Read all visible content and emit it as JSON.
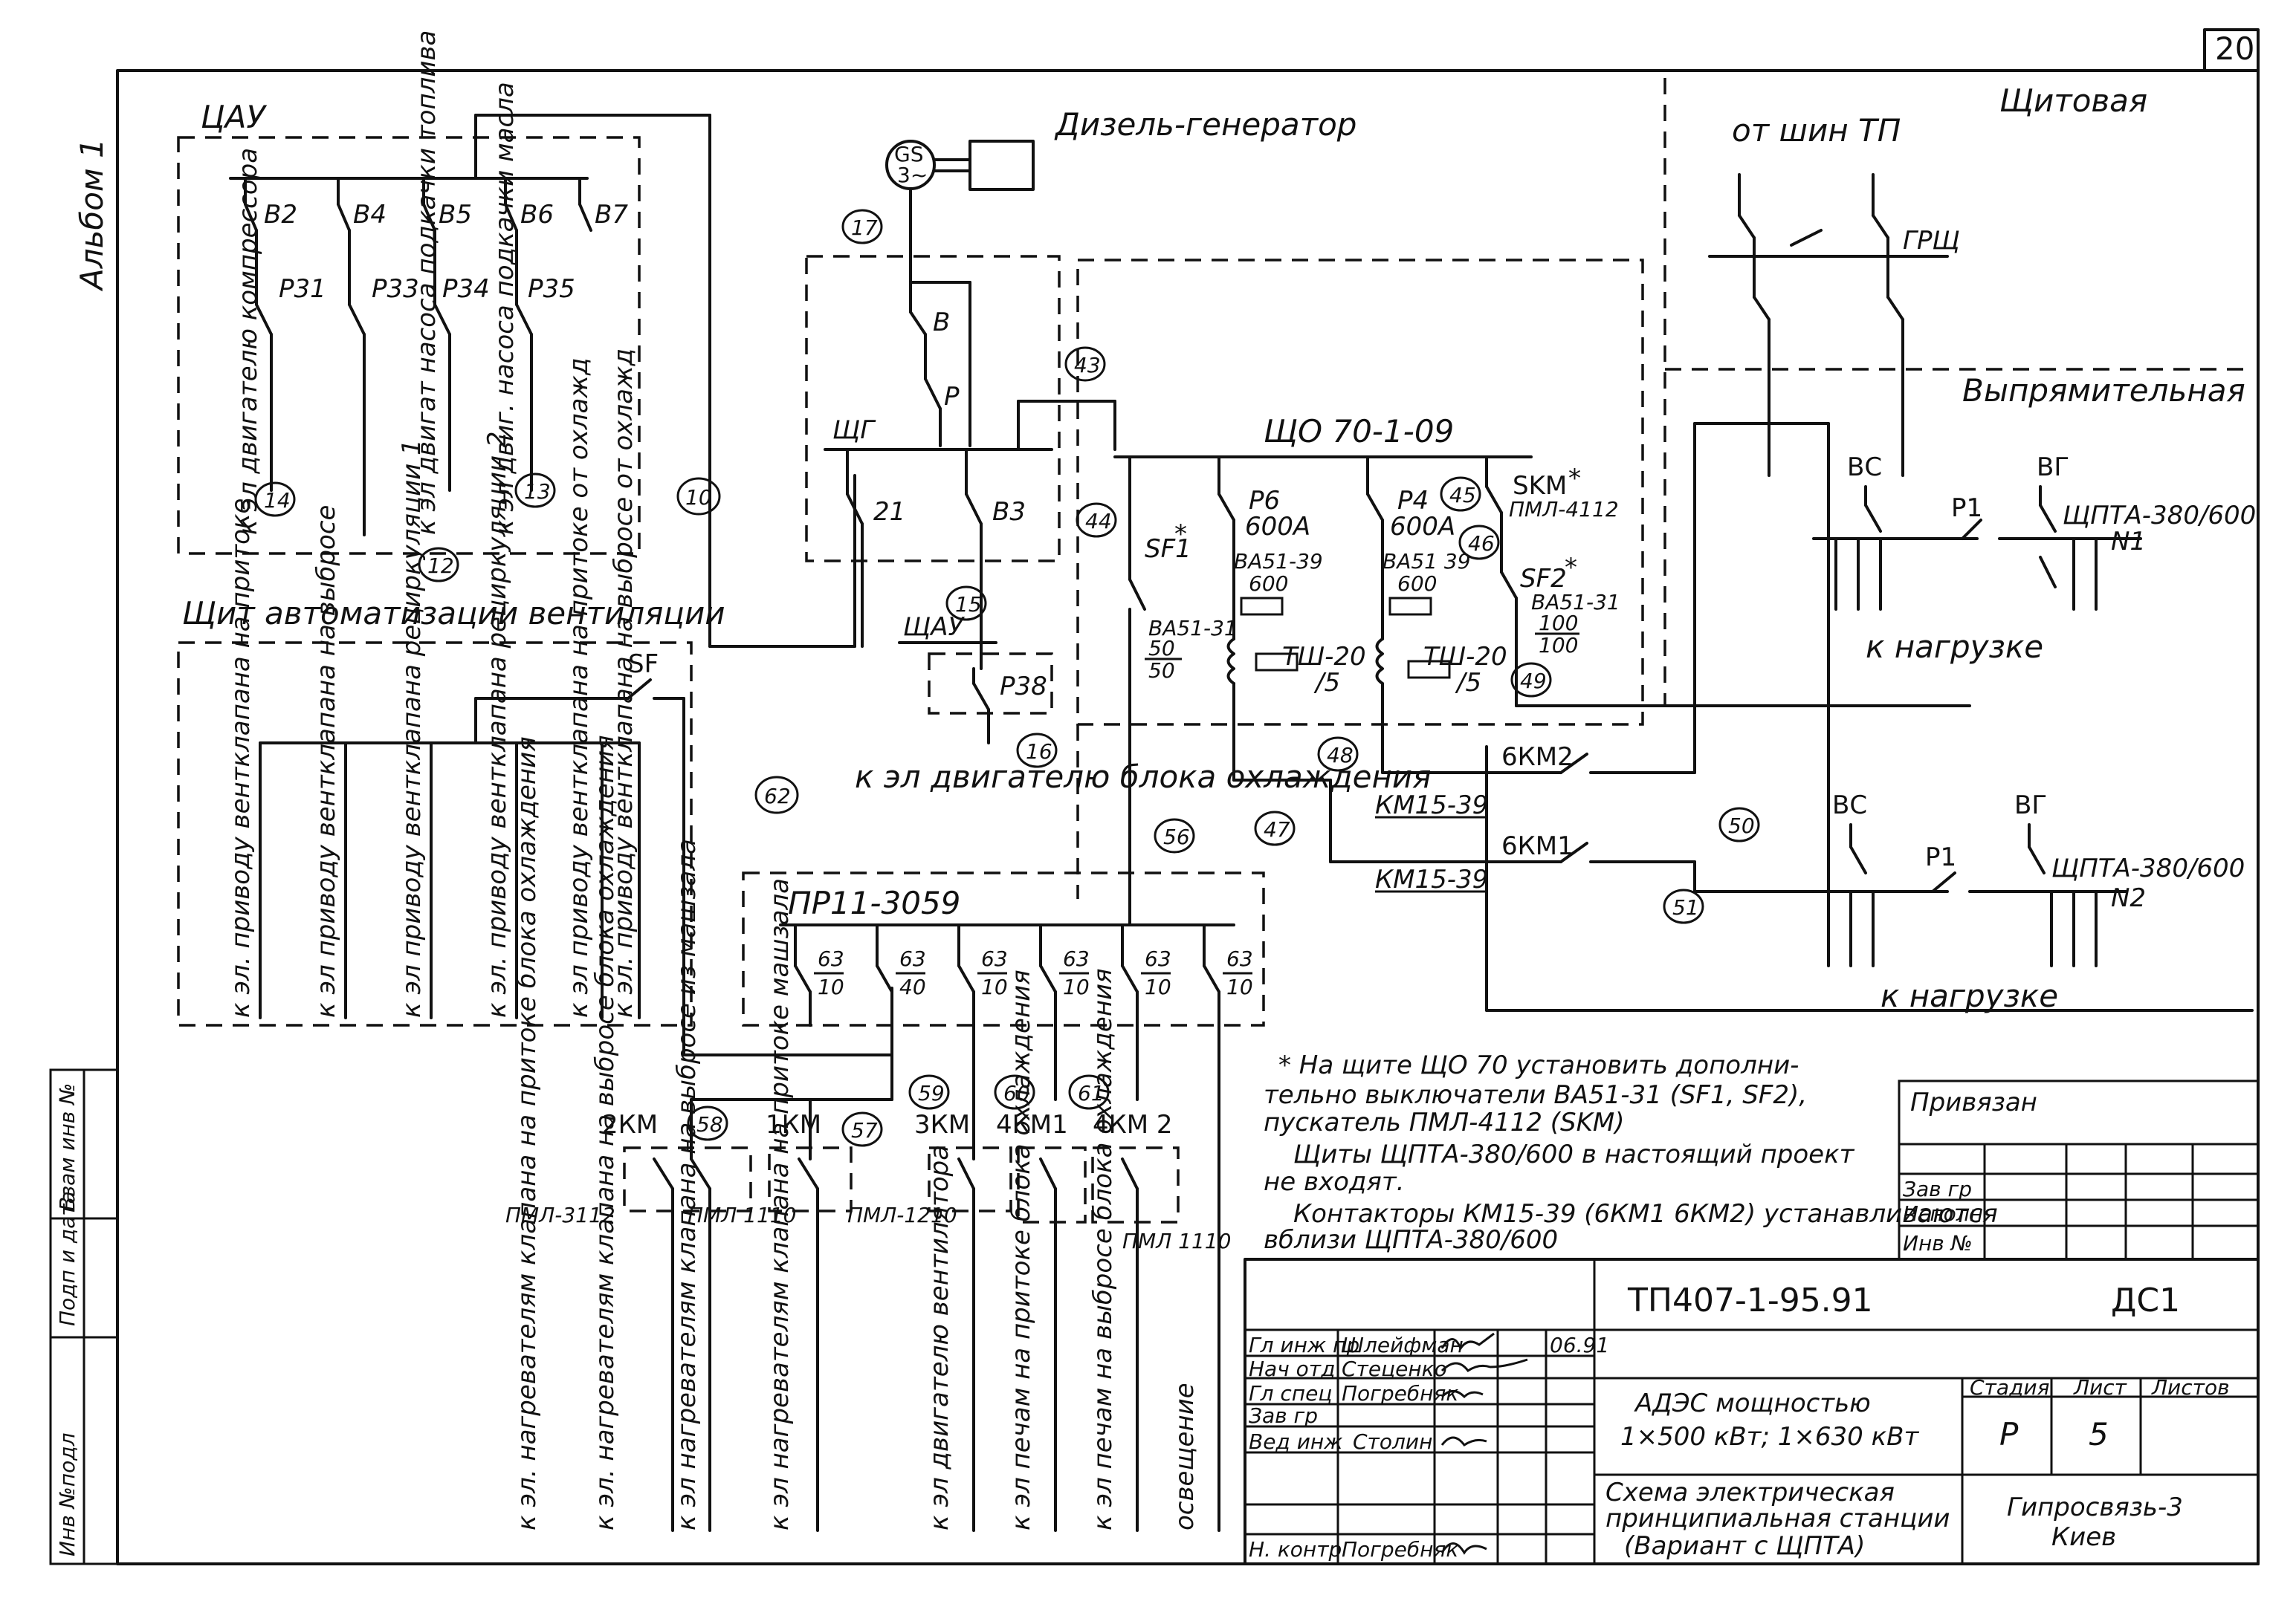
{
  "sheet": {
    "number": "20",
    "album": "Альбом 1",
    "doc_code": "ТП407-1-95.91",
    "mark": "ДС1"
  },
  "regions": {
    "tsau_top": "ЦАУ",
    "diesel": "Дизель-генератор",
    "switchroom": "Щитовая",
    "vent_panel": "Щит автоматизации вентиляции",
    "rectifier": "Выпрямительная",
    "from_tp": "от шин ТП",
    "grsch": "ГРЩ"
  },
  "generator": {
    "label": "GS",
    "symbol": "3~"
  },
  "tsau_breakers": [
    "В2",
    "В4",
    "В5",
    "В6",
    "В7"
  ],
  "tsau_contactors": [
    "Р31",
    "Р33",
    "Р34",
    "Р35"
  ],
  "tsau_loads": [
    "к эл двигателю компрессора",
    "к эл двигат насоса подкачки топлива",
    "к эл двиг. насоса подкачки масла"
  ],
  "bubbles": {
    "b10": "10",
    "b12": "12",
    "b13": "13",
    "b14": "14",
    "b15": "15",
    "b16": "16",
    "b17": "17",
    "b43": "43",
    "b44": "44",
    "b45": "45",
    "b46": "46",
    "b47": "47",
    "b48": "48",
    "b49": "49",
    "b50": "50",
    "b51": "51",
    "b56": "56",
    "b57": "57",
    "b58": "58",
    "b59": "59",
    "b60": "60",
    "b61": "61",
    "b62": "62"
  },
  "gen_panel": {
    "label": "ЩГ",
    "b_label": "В",
    "p_label": "Р",
    "b21": "21",
    "b3": "В3",
    "tsau_mid": "ЩАУ",
    "p38": "Р38",
    "cooling_load": "к эл двигателю блока охлаждения"
  },
  "main_panel": {
    "label": "ЩО 70-1-09",
    "sf1": "SF1",
    "sf1_star": "*",
    "sf1_type": "ВА51-31",
    "sf1_num": "50",
    "sf1_den": "50",
    "p6": "Р6",
    "p6_rating": "600А",
    "p6_type": "ВА51-39",
    "p6_val": "600",
    "p4": "Р4",
    "p4_rating": "600А",
    "p4_type": "ВА51 39",
    "p4_val": "600",
    "ct1": "ТШ-20",
    "ct1_ratio": "/5",
    "ct2": "ТШ-20",
    "ct2_ratio": "/5",
    "skm": "SKM",
    "skm_star": "*",
    "skm_type": "ПМЛ-4112",
    "sf2": "SF2",
    "sf2_star": "*",
    "sf2_type": "ВА51-31",
    "sf2_num": "100",
    "sf2_den": "100"
  },
  "contactors": {
    "k2": "6КМ2",
    "k1": "6КМ1",
    "type1": "КМ15-39",
    "type2": "КМ15-39"
  },
  "vent_panel": {
    "breaker": "SF",
    "loads": [
      "к эл. приводу вентклапана на притоке",
      "к эл приводу вентклапана на выбросе",
      "к эл приводу вентклапана рециркуляции 1",
      "к эл. приводу вентклапана рециркуляции 2",
      "к эл приводу вентклапана на притоке от охлажд",
      "к эл. приводу вентклапана на выбросе от охлажд"
    ]
  },
  "distribution": {
    "label": "ПР11-3059",
    "breakers": [
      {
        "num": "63",
        "den": "10"
      },
      {
        "num": "63",
        "den": "40"
      },
      {
        "num": "63",
        "den": "10"
      },
      {
        "num": "63",
        "den": "10"
      },
      {
        "num": "63",
        "den": "10"
      },
      {
        "num": "63",
        "den": "10"
      }
    ]
  },
  "starters": [
    {
      "name": "2КМ",
      "type": "ПМЛ-3112"
    },
    {
      "name": "1КМ",
      "type": "ПМЛ 1110"
    },
    {
      "name": "3КМ",
      "type": "ПМЛ-1210"
    },
    {
      "name": "4КМ1",
      "type": ""
    },
    {
      "name": "4КМ 2",
      "type": "ПМЛ 1110"
    }
  ],
  "bottom_loads": [
    "к эл. нагревателям клапана на притоке блока охлаждения",
    "к эл. нагревателям клапана на выбросе блока охлаждения",
    "к эл нагревателям клапана на выбросе из машзала",
    "к эл нагревателям клапана на притоке машзала",
    "к эл двигателю вентилятора",
    "к эл печам на притоке блока охлаждения",
    "к эл печам на выбросе блока охлаждения",
    "освещение"
  ],
  "right": {
    "bs": "ВС",
    "bg": "ВГ",
    "p1": "Р1",
    "unit1": "ЩПТА-380/600",
    "unit1_no": "N1",
    "load": "к нагрузке",
    "bs2": "ВС",
    "bg2": "ВГ",
    "p1b": "Р1",
    "unit2": "ЩПТА-380/600",
    "unit2_no": "N2",
    "load2": "к нагрузке"
  },
  "notes": [
    "* На щите ЩО 70 установить дополни-",
    "тельно выключатели ВА51-31 (SF1, SF2),",
    "пускатель ПМЛ-4112 (SKM)",
    "Щиты ЩПТА-380/600 в настоящий проект",
    "не входят.",
    "Контакторы КМ15-39 (6КМ1 6КМ2) устанавливаются",
    "вблизи ЩПТА-380/600"
  ],
  "left_strip": [
    "Инв №подл",
    "Подп и дата",
    "Взам инв №"
  ],
  "binding": {
    "title": "Привязан",
    "rows": [
      "Зав гр",
      "Исполн",
      "Инв №"
    ]
  },
  "title_block": {
    "code": "ТП407-1-95.91",
    "mark": "ДС1",
    "signers": [
      {
        "role": "Гл инж пр",
        "name": "Шлейфман",
        "date": "06.91"
      },
      {
        "role": "Нач отд",
        "name": "Стеценко",
        "date": ""
      },
      {
        "role": "Гл спец",
        "name": "Погребняк",
        "date": ""
      },
      {
        "role": "Зав гр",
        "name": "",
        "date": ""
      },
      {
        "role": "Вед инж",
        "name": "Столин",
        "date": ""
      },
      {
        "role": "",
        "name": "",
        "date": ""
      },
      {
        "role": "Н. контр",
        "name": "Погребняк",
        "date": ""
      }
    ],
    "object_line1": "АДЭС мощностью",
    "object_line2": "1×500 кВт; 1×630 кВт",
    "drawing_line1": "Схема электрическая",
    "drawing_line2": "принципиальная станции",
    "drawing_line3": "(Вариант с ЩПТА)",
    "stage_h": "Стадия",
    "sheet_h": "Лист",
    "sheets_h": "Листов",
    "stage": "Р",
    "sheet": "5",
    "org_line1": "Гипросвязь-3",
    "org_line2": "Киев"
  }
}
